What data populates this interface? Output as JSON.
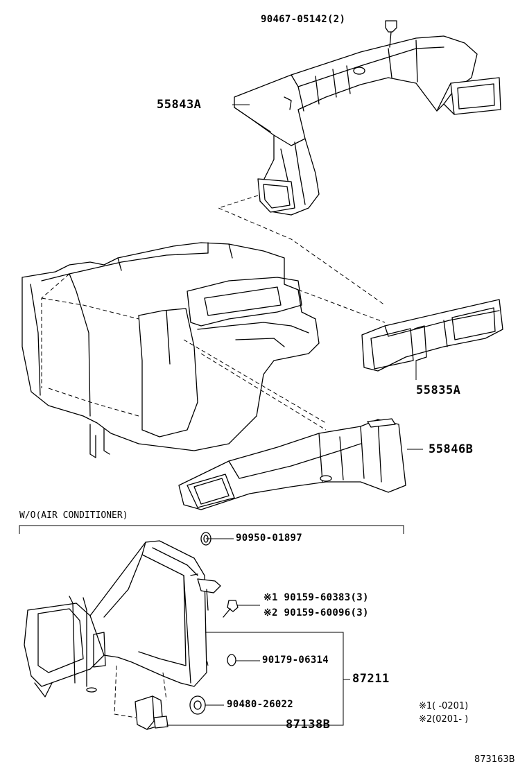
{
  "section_label": "W/O(AIR CONDITIONER)",
  "parts": {
    "p90467": "90467-05142(2)",
    "p55843A": "55843A",
    "p55835A": "55835A",
    "p55846B": "55846B",
    "p90950": "90950-01897",
    "p90159a": "※1 90159-60383(3)",
    "p90159b": "※2 90159-60096(3)",
    "p90179": "90179-06314",
    "p87211": "87211",
    "p90480": "90480-26022",
    "p87138B": "87138B"
  },
  "notes": {
    "n1": "※1(    -0201)",
    "n2": "※2(0201-    )"
  },
  "diagram_code": "873163B"
}
